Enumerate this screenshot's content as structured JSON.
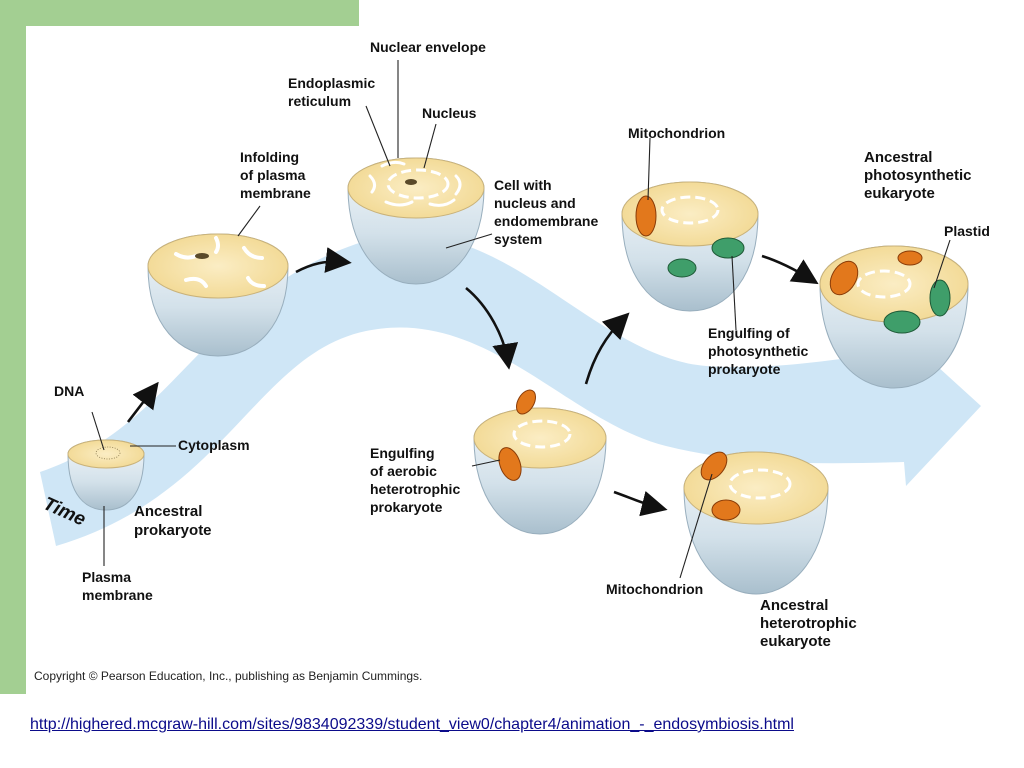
{
  "labels": {
    "nuclear_envelope": "Nuclear envelope",
    "er": [
      "Endoplasmic",
      "reticulum"
    ],
    "nucleus": "Nucleus",
    "infolding": [
      "Infolding",
      "of plasma",
      "membrane"
    ],
    "cell_with_nucleus": [
      "Cell with",
      "nucleus and",
      "endomembrane",
      "system"
    ],
    "mitochondrion_top": "Mitochondrion",
    "ancestral_photosynthetic": [
      "Ancestral",
      "photosynthetic",
      "eukaryote"
    ],
    "plastid": "Plastid",
    "engulfing_photosynthetic": [
      "Engulfing of",
      "photosynthetic",
      "prokaryote"
    ],
    "dna": "DNA",
    "cytoplasm": "Cytoplasm",
    "time": "Time",
    "ancestral_prokaryote": [
      "Ancestral",
      "prokaryote"
    ],
    "plasma_membrane": [
      "Plasma",
      "membrane"
    ],
    "engulfing_aerobic": [
      "Engulfing",
      "of aerobic",
      "heterotrophic",
      "prokaryote"
    ],
    "mitochondrion_bottom": "Mitochondrion",
    "ancestral_heterotrophic": [
      "Ancestral",
      "heterotrophic",
      "eukaryote"
    ]
  },
  "copyright": "Copyright © Pearson Education, Inc., publishing as Benjamin Cummings.",
  "link": "http://highered.mcgraw-hill.com/sites/9834092339/student_view0/chapter4/animation_-_endosymbiosis.html",
  "colors": {
    "band": "#a3cf92",
    "time_arrow": "#cfe6f6",
    "cytoplasm": "#f7e2a7",
    "cell_shell": "#d9e6ec",
    "mitochondrion": "#e2781c",
    "plastid": "#3f9e6a",
    "link": "#0b0b8a"
  }
}
